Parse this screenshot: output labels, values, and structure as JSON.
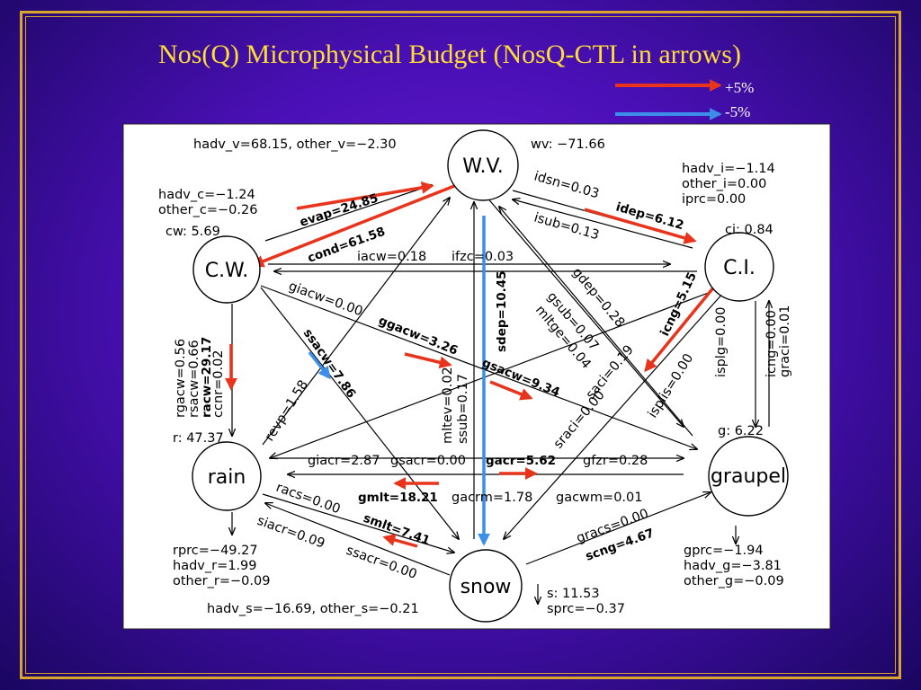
{
  "slide": {
    "title": "Nos(Q) Microphysical Budget (NosQ-CTL in arrows)"
  },
  "legend": {
    "plus_label": "+5%",
    "minus_label": "-5%",
    "plus_color": "#e8341c",
    "minus_color": "#3b8fe8"
  },
  "nodes": {
    "wv": "W.V.",
    "cw": "C.W.",
    "ci": "C.I.",
    "rain": "rain",
    "graupel": "graupel",
    "snow": "snow"
  },
  "budgets": {
    "wv_hadv": "hadv_v=68.15, other_v=−2.30",
    "wv_total": "wv: −71.66",
    "cw_hadv": "hadv_c=−1.24",
    "cw_other": "other_c=−0.26",
    "cw_total": "cw: 5.69",
    "ci_hadv": "hadv_i=−1.14",
    "ci_other": "other_i=0.00",
    "ci_iprc": "iprc=0.00",
    "ci_total": "ci: 0.84",
    "r_total": "r: 47.37",
    "g_total": "g: 6.22",
    "r_rprc": "rprc=−49.27",
    "r_hadv": "hadv_r=1.99",
    "r_other": "other_r=−0.09",
    "g_gprc": "gprc=−1.94",
    "g_hadv": "hadv_g=−3.81",
    "g_other": "other_g=−0.09",
    "s_hadv": "hadv_s=−16.69, other_s=−0.21",
    "s_total": "s: 11.53",
    "s_sprc": "sprc=−0.37"
  },
  "processes": {
    "evap": "evap=24.85",
    "cond": "cond=61.58",
    "idsn": "idsn=0.03",
    "idep": "idep=6.12",
    "isub": "isub=0.13",
    "iacw": "iacw=0.18",
    "ifzc": "ifzc=0.03",
    "giacw": "giacw=0.00",
    "gdep": "gdep=0.28",
    "gsub": "gsub=0.07",
    "mltge": "mltge=0.04",
    "icng": "icng=5.15",
    "sdep": "sdep=10.45",
    "ssub": "ssub=0.17",
    "mltev": "mltev=0.02",
    "ggacw": "ggacw=3.26",
    "ssacw": "ssacw=7.86",
    "gsacw": "gsacw=9.34",
    "rgacw": "rgacw=0.56",
    "rsacw": "rsacw=0.66",
    "racw": "racw=29.17",
    "ccnr": "ccnr=0.02",
    "revp": "revp=1.58",
    "saci": "saci=0.19",
    "sraci": "sraci=0.00",
    "isplg": "isplg=0.00",
    "icng2": "icng=0.00",
    "graci": "graci=0.01",
    "isplis": "isplis=0.00",
    "giacr": "giacr=2.87",
    "gsacr": "gsacr=0.00",
    "gacr": "gacr=5.62",
    "gfzr": "gfzr=0.28",
    "gmlt": "gmlt=18.21",
    "gacrm": "gacrm=1.78",
    "gacwm": "gacwm=0.01",
    "racs": "racs=0.00",
    "siacr": "siacr=0.09",
    "smlt": "smlt=7.41",
    "ssacr": "ssacr=0.00",
    "gracs": "gracs=0.00",
    "scng": "scng=4.67"
  },
  "icons": [
    "arrow-right",
    "arrow-down"
  ]
}
